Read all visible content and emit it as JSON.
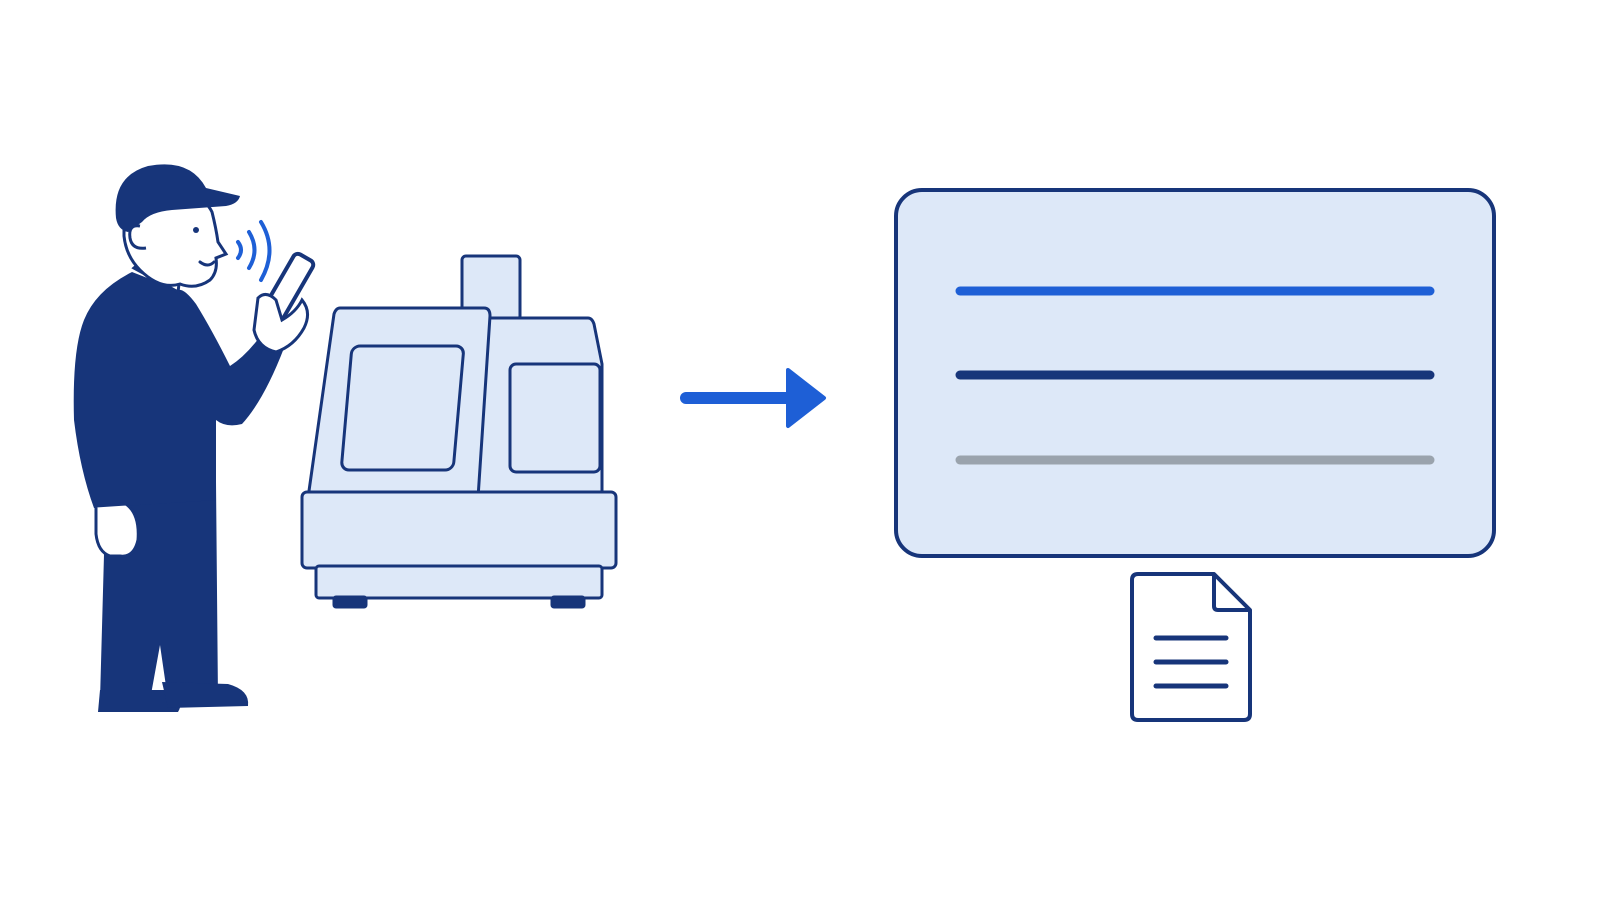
{
  "colors": {
    "background": "#ffffff",
    "navy": "#17357a",
    "accent_blue": "#1e5fd6",
    "light_fill": "#dde8f8",
    "gray_line": "#9aa3ad",
    "white": "#ffffff"
  },
  "elements": {
    "person": "worker-speaking-into-phone",
    "sound_waves": "voice-waves-icon",
    "machine": "industrial-machine",
    "arrow": "arrow-right-icon",
    "panel": "report-panel",
    "panel_lines": [
      "blue",
      "navy",
      "gray"
    ],
    "document": "document-icon"
  }
}
